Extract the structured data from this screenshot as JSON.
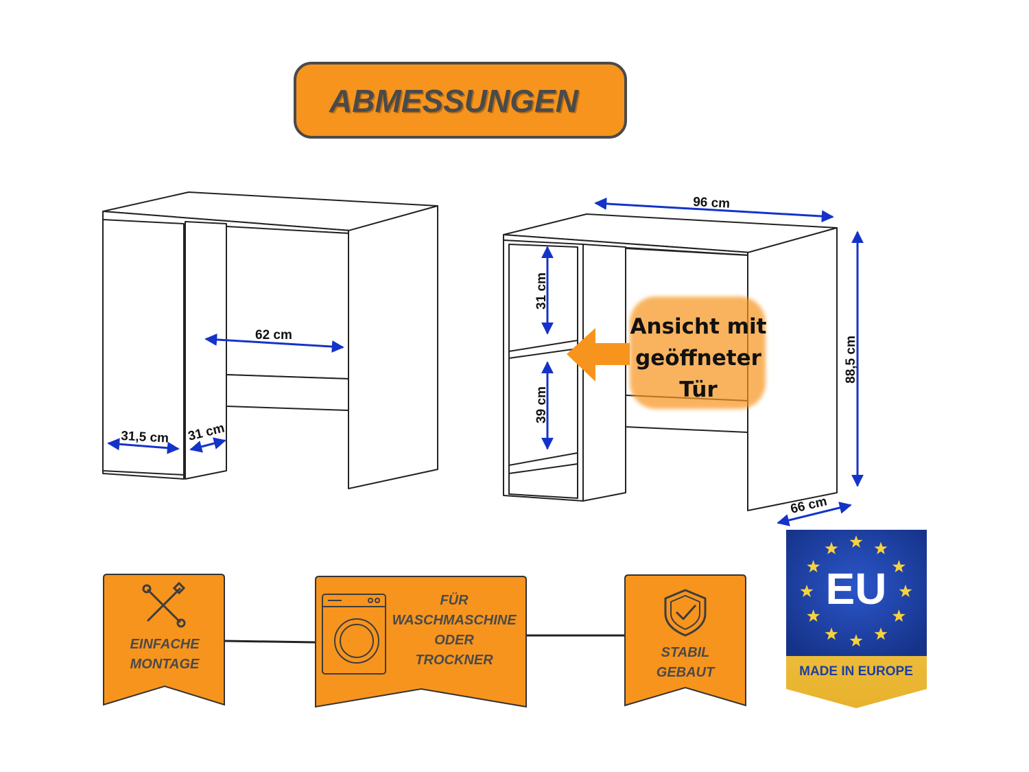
{
  "title": "ABMESSUNGEN",
  "dimensions": {
    "inner_width": "62 cm",
    "cabinet_width": "31,5 cm",
    "side_depth": "31 cm",
    "total_width": "96 cm",
    "upper_shelf": "31 cm",
    "lower_shelf": "39 cm",
    "height": "88,5 cm",
    "depth": "66 cm"
  },
  "callout": {
    "line1": "Ansicht mit",
    "line2": "geöffneter",
    "line3": "Tür"
  },
  "features": [
    {
      "icon": "tools-icon",
      "line1": "EINFACHE",
      "line2": "MONTAGE"
    },
    {
      "icon": "washing-machine-icon",
      "line1": "FÜR",
      "line2": "WASCHMASCHINE",
      "line3": "ODER",
      "line4": "TROCKNER"
    },
    {
      "icon": "shield-check-icon",
      "line1": "STABIL",
      "line2": "GEBAUT"
    }
  ],
  "eu_badge": {
    "label": "EU",
    "caption": "MADE IN EUROPE",
    "colors": {
      "blue": "#1d3f9e",
      "gold": "#f2c53d",
      "star": "#f7d23e"
    }
  },
  "colors": {
    "accent_orange": "#f7941d",
    "dimension_blue": "#1433c8",
    "outline_gray": "#4a4a4a"
  }
}
